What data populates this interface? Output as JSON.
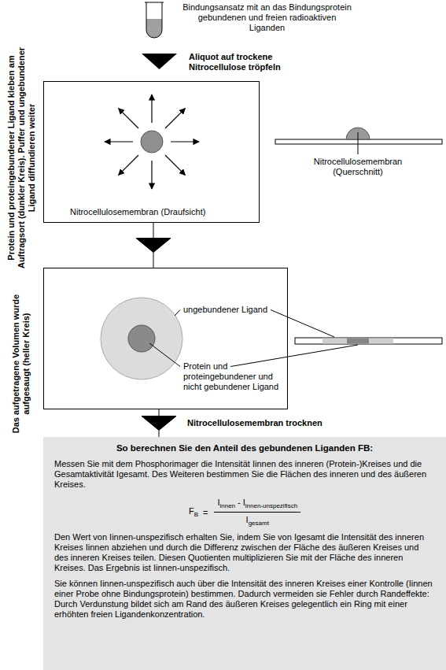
{
  "diagram": {
    "nodes": [
      {
        "text": [
          "Nitrocellulosemembran (Draufsicht)"
        ]
      },
      {
        "text": [
          "ungebundener Ligand",
          "Protein und proteingebundener und nicht gebundener Ligand"
        ]
      },
      {
        "text": [
          "So berechnen Sie den Anteil des gebundenen Liganden FB:",
          "Messen Sie mit dem Phosphorimager die Intensität Iinnen des inneren (Protein-)Kreises und die Gesamtaktivität Igesamt. Des Weiteren bestimmen Sie die Flächen des inneren und des äußeren Kreises.",
          "Den Wert von Iinnen-unspezifisch erhalten Sie, indem Sie von Igesamt die Intensität des inneren Kreises Iinnen abziehen und durch die Differenz zwischen der Fläche des äußeren Kreises und des inneren Kreises teilen. Diesen Quotienten multiplizieren Sie mit der Fläche des inneren Kreises. Das Ergebnis ist Iinnen-unspezifisch.",
          "Sie können Iinnen-unspezifisch auch über die Intensität des inneren Kreises einer Kontrolle (Iinnen einer Probe ohne Bindungsprotein) bestimmen. Dadurch vermeiden sie Fehler durch Randeffekte: Durch Verdunstung bildet sich am Rand des äußeren Kreises gelegentlich ein Ring mit einer erhöhten freien Ligandenkonzentration."
        ]
      }
    ],
    "edges": [
      {
        "from": 0,
        "to": 1,
        "arrow": "to"
      },
      {
        "from": 1,
        "to": 2,
        "arrow": "to",
        "label": "Nitrocellulosemembran trocknen"
      }
    ],
    "labels": [
      "Bindungsansatz mit an das Bindungsprotein gebundenen und freien radioaktiven Liganden",
      "Aliquot auf trockene Nitrocellulose tröpfeln",
      "Protein und proteingebundener Ligand kleben am Auftragsort (dunkler Kreis). Puffer und ungebundener Ligand diffundieren weiter",
      "Nitrocellulosemembran (Querschnitt)",
      "Das aufgetragene Volumen wurde aufgesaugt (heller Kreis)",
      "F",
      "B",
      "=",
      "I",
      "innen",
      "- I",
      "innen-unspezifisch",
      "I",
      "gesamt"
    ]
  }
}
